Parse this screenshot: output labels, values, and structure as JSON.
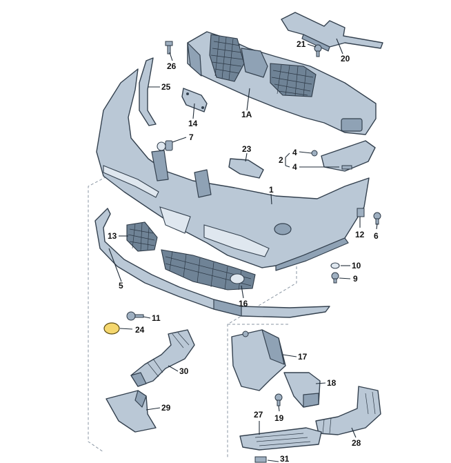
{
  "labels": {
    "l1": "1",
    "l1A": "1A",
    "l2": "2",
    "l4a": "4",
    "l4b": "4",
    "l5": "5",
    "l6": "6",
    "l7": "7",
    "l9": "9",
    "l10": "10",
    "l11": "11",
    "l12": "12",
    "l13": "13",
    "l14": "14",
    "l16": "16",
    "l17": "17",
    "l18": "18",
    "l19": "19",
    "l20": "20",
    "l21": "21",
    "l23": "23",
    "l24": "24",
    "l25": "25",
    "l26": "26",
    "l27": "27",
    "l28": "28",
    "l29": "29",
    "l30": "30",
    "l31": "31"
  },
  "colors": {
    "part_fill": "#bac8d6",
    "outline": "#33404e",
    "highlight": "#f5d76e"
  }
}
